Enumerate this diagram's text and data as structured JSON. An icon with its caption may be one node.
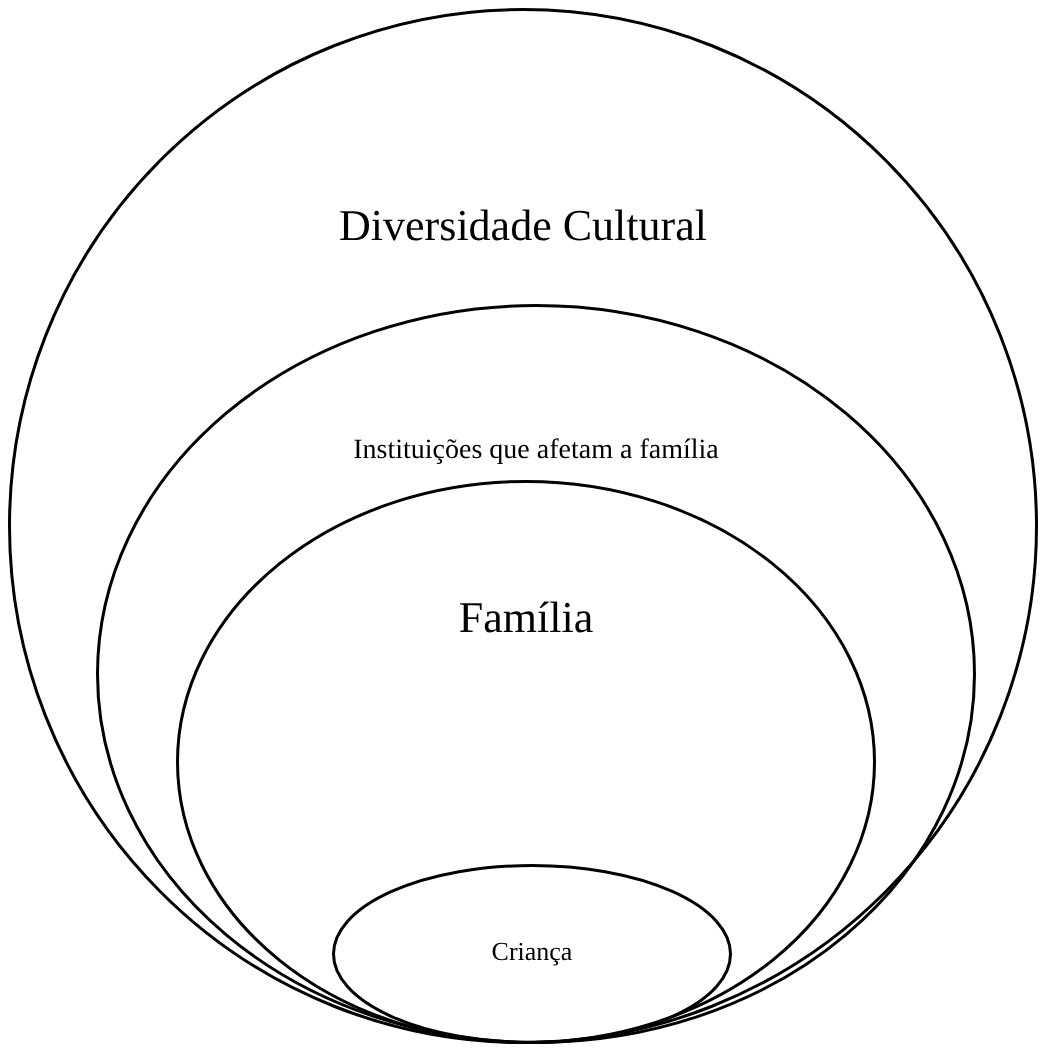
{
  "diagram": {
    "nodes": [
      {
        "text": [
          "Diversidade Cultural"
        ]
      },
      {
        "text": [
          "Instituições que afetam a família"
        ],
        "in": 0
      },
      {
        "text": [
          "Família"
        ],
        "in": 1
      },
      {
        "text": [
          "Criança"
        ],
        "in": 2
      }
    ]
  }
}
